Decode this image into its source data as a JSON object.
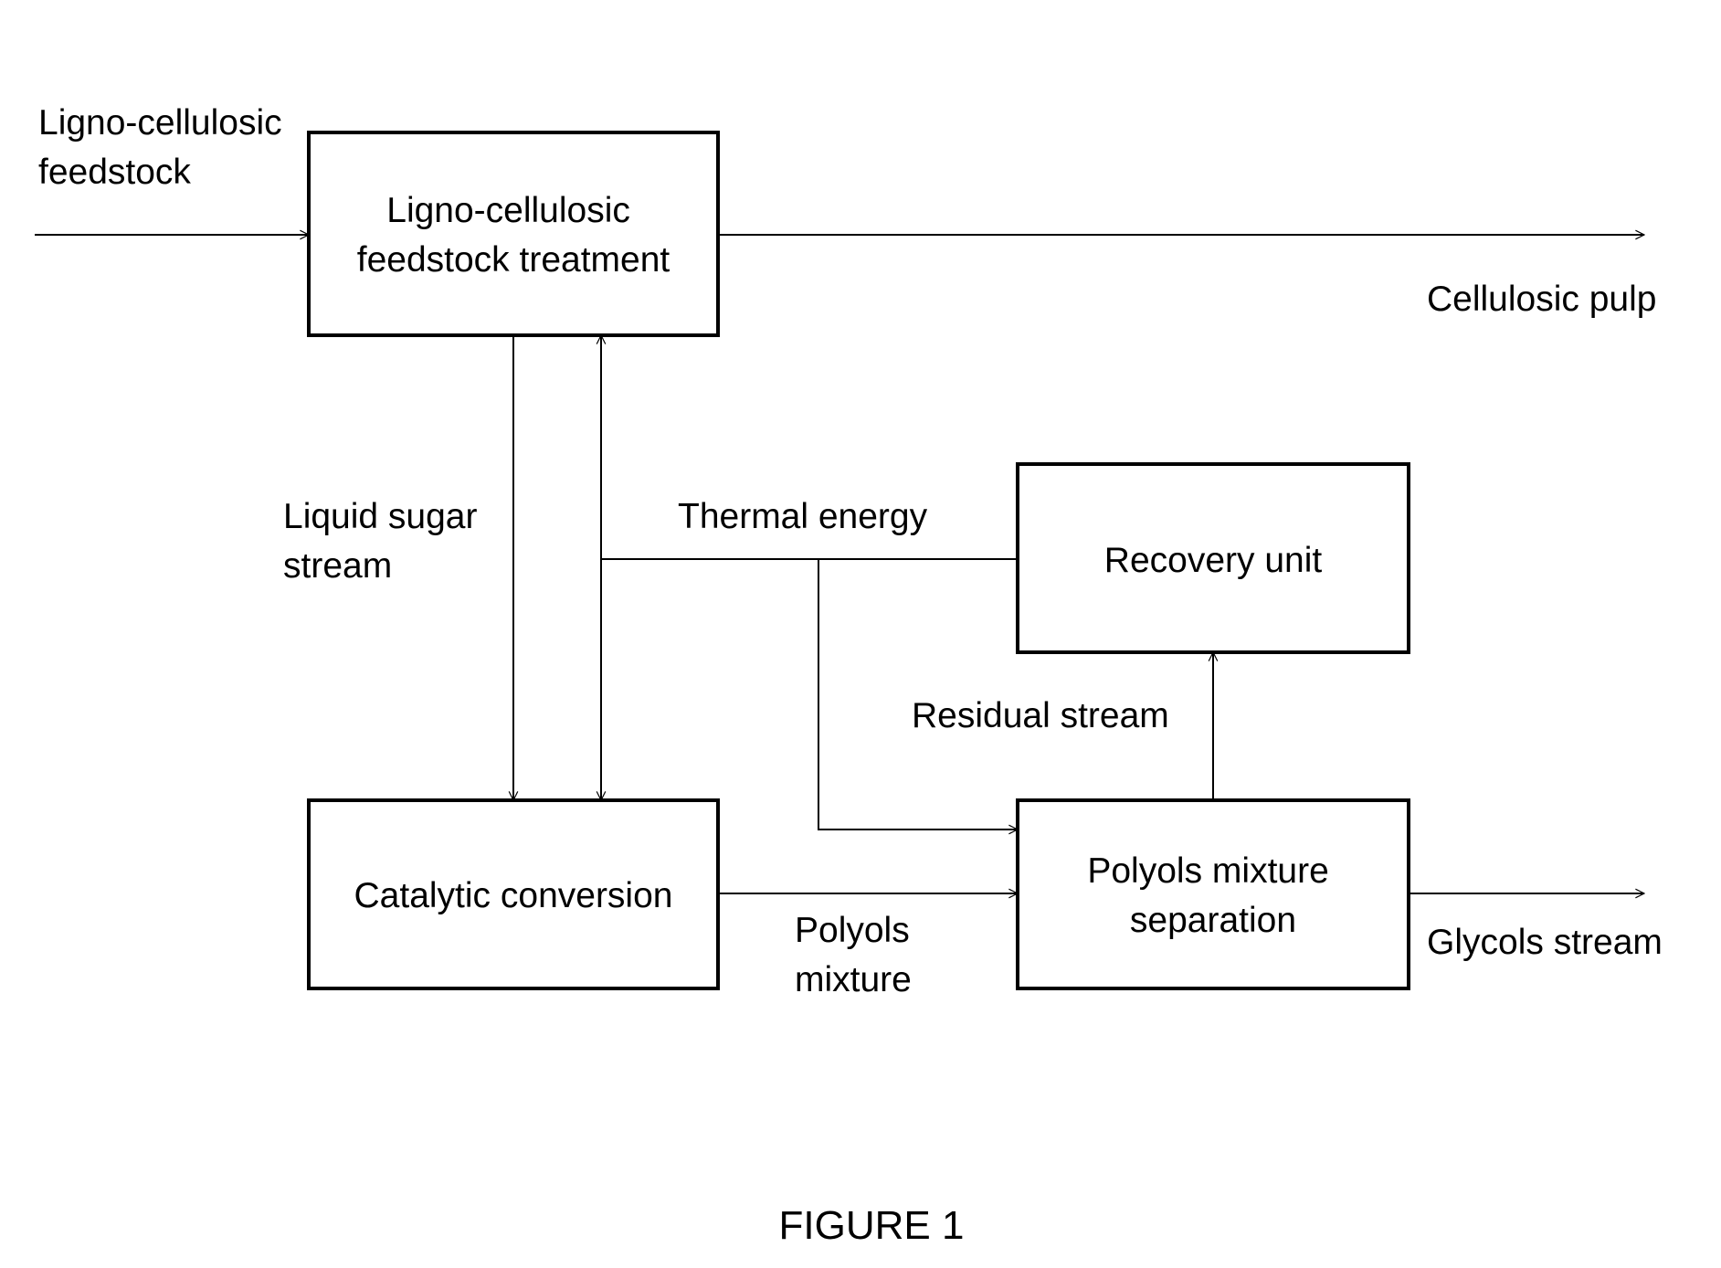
{
  "boxes": {
    "feedstock_treatment": [
      "Ligno-cellulosic",
      "feedstock treatment"
    ],
    "catalytic_conversion": [
      "Catalytic conversion"
    ],
    "recovery_unit": [
      "Recovery unit"
    ],
    "polyols_separation": [
      "Polyols mixture",
      "separation"
    ]
  },
  "labels": {
    "feedstock_input": [
      "Ligno-cellulosic",
      "feedstock"
    ],
    "cellulosic_pulp": "Cellulosic pulp",
    "liquid_sugar_stream": [
      "Liquid sugar",
      "stream"
    ],
    "thermal_energy": "Thermal energy",
    "residual_stream": "Residual stream",
    "polyols_mixture": [
      "Polyols",
      "mixture"
    ],
    "glycols_stream": "Glycols stream"
  },
  "caption": "FIGURE 1"
}
